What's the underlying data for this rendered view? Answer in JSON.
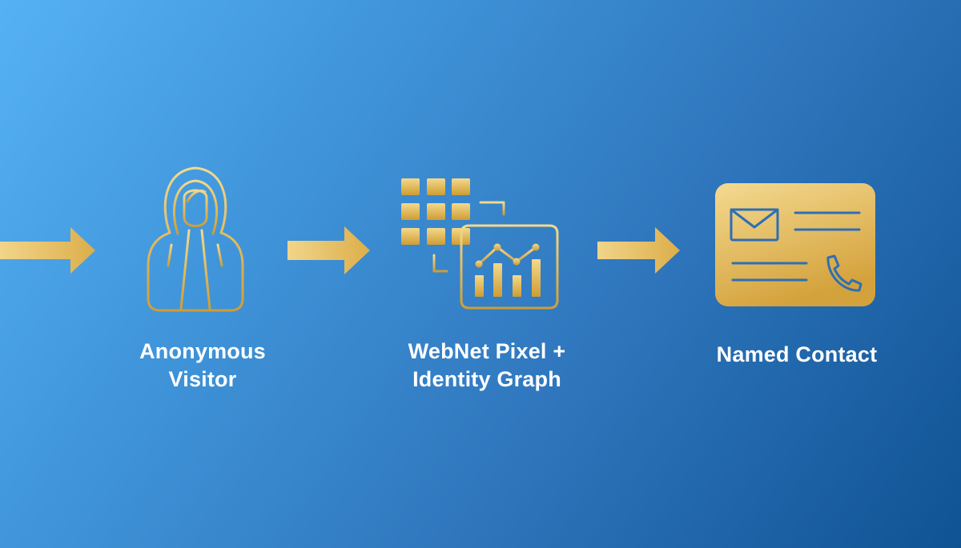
{
  "colors": {
    "background_start": "#56b1f4",
    "background_end": "#0f5393",
    "gold_light": "#f3d98d",
    "gold_dark": "#cf9d34",
    "text": "#ffffff",
    "icon_detail_blue": "#2e6fb4"
  },
  "steps": [
    {
      "label": "Anonymous\nVisitor",
      "icon": "hooded-person-icon"
    },
    {
      "label": "WebNet Pixel +\nIdentity Graph",
      "icon": "pixel-grid-analytics-icon"
    },
    {
      "label": "Named Contact",
      "icon": "contact-card-icon"
    }
  ],
  "arrows": [
    "arrow-right-icon",
    "arrow-right-icon",
    "arrow-right-icon"
  ]
}
